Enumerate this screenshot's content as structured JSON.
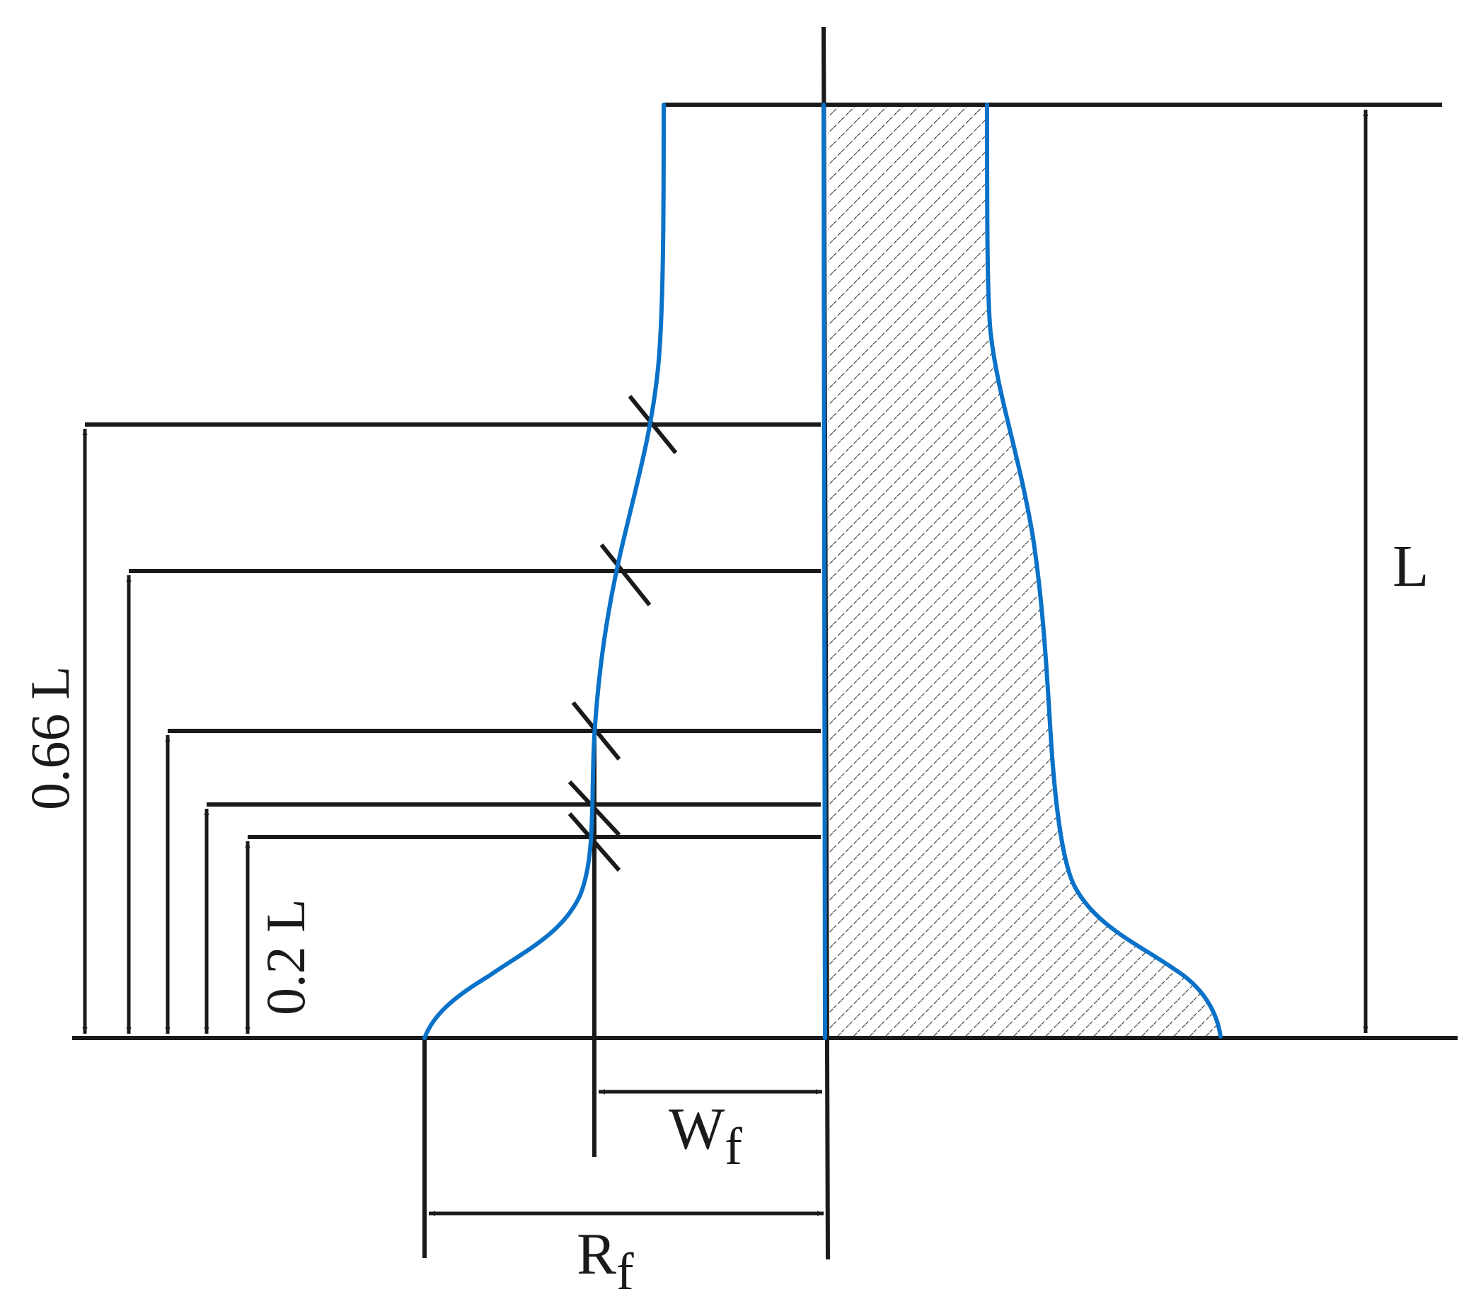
{
  "labels": {
    "L": "L",
    "L066": "0.66 L",
    "L02": "0.2 L",
    "Wf_main": "W",
    "Wf_sub": "f",
    "Rf_main": "R",
    "Rf_sub": "f"
  },
  "colors": {
    "outline": "#1a1a1a",
    "profile": "#0a72c8",
    "hatch": "#333333"
  }
}
